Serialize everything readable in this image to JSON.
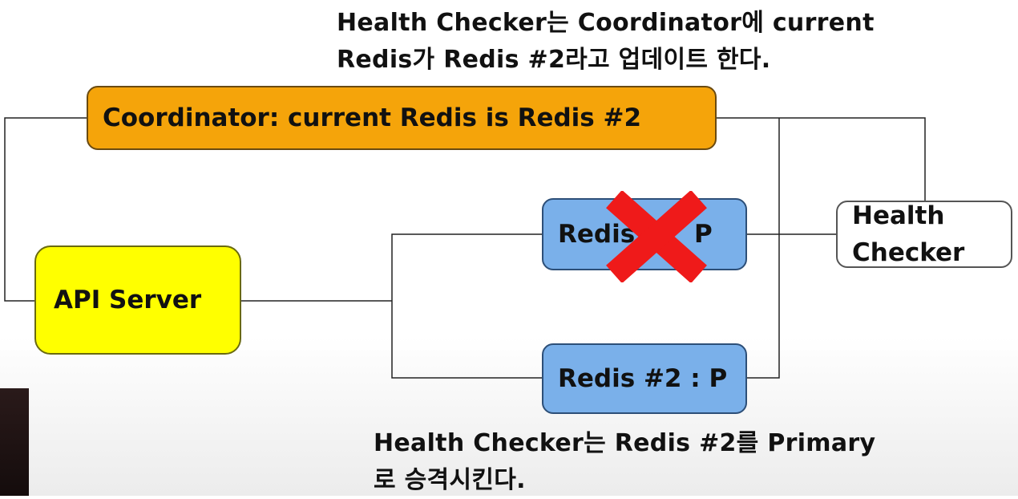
{
  "captions": {
    "top_line_1": "Health Checker는 Coordinator에 current",
    "top_line_2": "Redis가 Redis #2라고 업데이트 한다.",
    "bottom_line_1": "Health Checker는 Redis #2를 Primary",
    "bottom_line_2": "로 승격시킨다."
  },
  "nodes": {
    "coordinator": "Coordinator: current Redis is Redis #2",
    "api_server": "API Server",
    "redis_1_name": "Redis",
    "redis_1_role": "P",
    "redis_2": "Redis #2 : P",
    "health_checker_line_1": "Health",
    "health_checker_line_2": "Checker"
  },
  "colors": {
    "coordinator_fill": "#f5a40a",
    "api_server_fill": "#ffff00",
    "redis_fill": "#7ab0ea",
    "failure_mark": "#ef1a1a"
  },
  "icons": {
    "failure_mark": "red-x-failure-icon"
  }
}
